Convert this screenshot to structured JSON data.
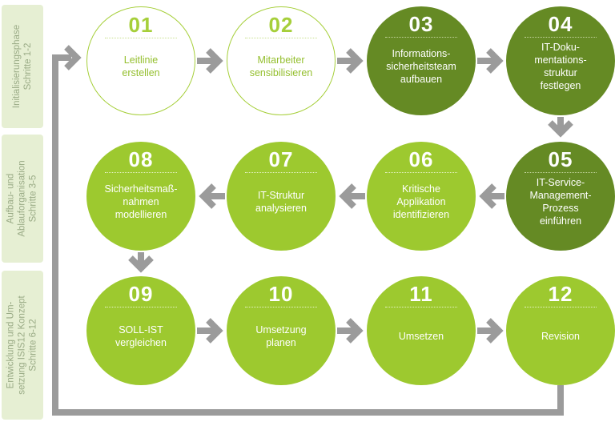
{
  "phases": [
    {
      "id": "p1",
      "text": "Initialisierungsphase\nSchritte 1-2"
    },
    {
      "id": "p2",
      "text": "Aufbau- und\nAblauforganisation\nSchritte 3-5"
    },
    {
      "id": "p3",
      "text": "Entwicklung und Um-\nsetzung ISIS12 Konzept\nSchritte 6-12"
    }
  ],
  "steps": [
    {
      "num": "01",
      "label": "Leitlinie\nerstellen",
      "style": "outline"
    },
    {
      "num": "02",
      "label": "Mitarbeiter\nsensibilisieren",
      "style": "outline"
    },
    {
      "num": "03",
      "label": "Informations-\nsicherheitsteam\naufbauen",
      "style": "dark"
    },
    {
      "num": "04",
      "label": "IT-Doku-\nmentations-\nstruktur\nfestlegen",
      "style": "dark"
    },
    {
      "num": "05",
      "label": "IT-Service-\nManagement-\nProzess\neinführen",
      "style": "dark"
    },
    {
      "num": "06",
      "label": "Kritische\nApplikation\nidentifizieren",
      "style": "light"
    },
    {
      "num": "07",
      "label": "IT-Struktur\nanalysieren",
      "style": "light"
    },
    {
      "num": "08",
      "label": "Sicherheitsmaß-\nnahmen\nmodellieren",
      "style": "light"
    },
    {
      "num": "09",
      "label": "SOLL-IST\nvergleichen",
      "style": "light"
    },
    {
      "num": "10",
      "label": "Umsetzung\nplanen",
      "style": "light"
    },
    {
      "num": "11",
      "label": "Umsetzen",
      "style": "light"
    },
    {
      "num": "12",
      "label": "Revision",
      "style": "light"
    }
  ],
  "colors": {
    "arrow": "#9b9b9b",
    "outline_green": "#a6cf3a",
    "light_green": "#9dc92f",
    "dark_green": "#658a24",
    "phase_bg": "#e6efd3"
  }
}
